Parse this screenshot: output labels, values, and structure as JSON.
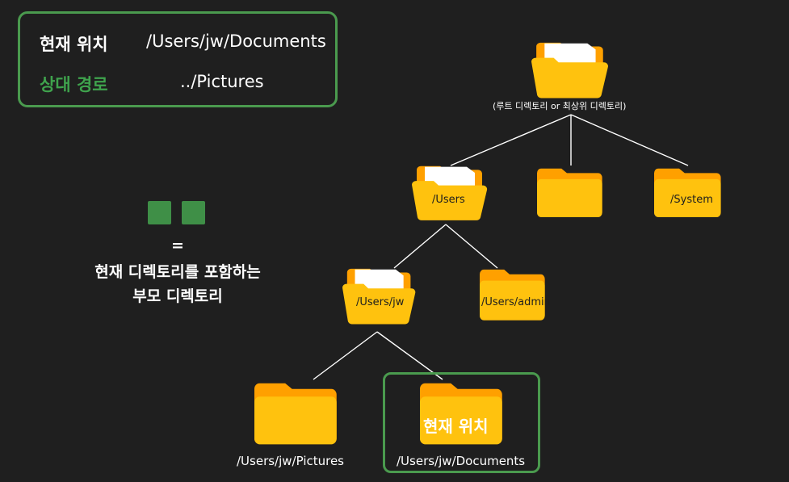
{
  "info": {
    "current_key": "현재 위치",
    "current_value": "/Users/jw/Documents",
    "relative_key": "상대 경로",
    "relative_value": "../Pictures"
  },
  "legend": {
    "symbol": "..",
    "equals": "=",
    "line1": "현재 디렉토리를 포함하는",
    "line2": "부모  디렉토리"
  },
  "tree": {
    "root_caption": "(루트 디렉토리 or 최상위 디렉토리)",
    "users": "/Users",
    "system": "/System",
    "users_jw": "/Users/jw",
    "users_admin": "/Users/admin",
    "current_marker": "현재 위치",
    "pictures": "/Users/jw/Pictures",
    "documents": "/Users/jw/Documents"
  },
  "colors": {
    "background": "#1f1f1f",
    "accent_green": "#4a9a4e",
    "folder_front": "#ffc20e",
    "folder_back": "#ffa000",
    "paper": "#ffffff"
  }
}
